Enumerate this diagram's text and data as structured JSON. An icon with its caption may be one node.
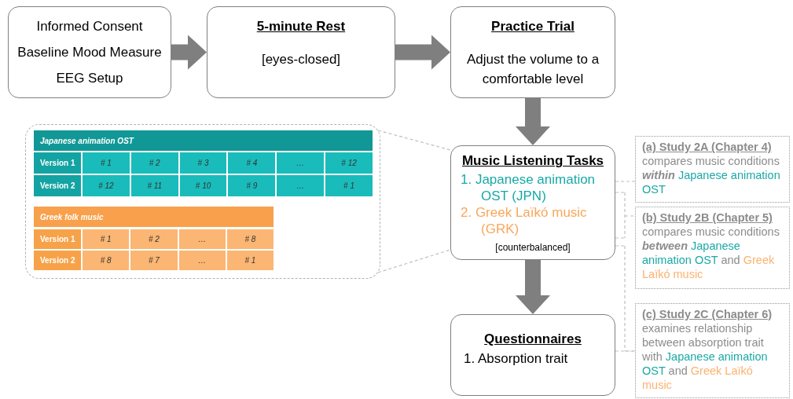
{
  "diagram": {
    "nodes": [
      {
        "text": [
          "Informed Consent",
          "Baseline Mood Measure",
          "EEG Setup"
        ]
      },
      {
        "text": [
          "5-minute Rest",
          "[eyes-closed]"
        ]
      },
      {
        "text": [
          "Practice Trial",
          "Adjust the volume to a comfortable level"
        ]
      },
      {
        "text": [],
        "shape": "box"
      },
      {
        "text": [
          "Japanese animation OST"
        ],
        "in": 3
      },
      {
        "text": [
          "Greek folk music"
        ],
        "in": 3
      },
      {
        "text": [
          "Music Listening Tasks",
          "1. Japanese animation OST (JPN)",
          "2. Greek Laïkó music (GRK)",
          "[counterbalanced]"
        ]
      },
      {
        "text": [
          "(a) Study 2A (Chapter 4)",
          "compares music conditions *within*",
          "Japanese animation OST"
        ]
      },
      {
        "text": [
          "(b) Study 2B (Chapter 5)",
          "compares music conditions *between*",
          "Japanese animation OST",
          "and",
          "Greek Laïkó music"
        ]
      },
      {
        "text": [
          "Questionnaires",
          "1. Absorption trait"
        ]
      },
      {
        "text": [
          "(c) Study 2C (Chapter 6)",
          "examines relationship between absorption trait with",
          "Japanese animation OST",
          "and",
          "Greek Laïkó music"
        ]
      }
    ],
    "edges": [
      {
        "from": 0,
        "to": 1,
        "arrow": "to",
        "style": "thick",
        "color": "#7f7f7f"
      },
      {
        "from": 1,
        "to": 2,
        "arrow": "to",
        "style": "thick",
        "color": "#7f7f7f"
      },
      {
        "from": 2,
        "to": 6,
        "arrow": "to",
        "style": "thick",
        "color": "#7f7f7f"
      },
      {
        "from": 6,
        "to": 9,
        "arrow": "to",
        "style": "thick",
        "color": "#7f7f7f"
      },
      {
        "from": 3,
        "to": 6,
        "arrow": "none",
        "style": "dashed"
      },
      {
        "from": 3,
        "to": 6,
        "arrow": "none",
        "style": "dashed"
      },
      {
        "from": 6,
        "to": 7,
        "arrow": "none",
        "style": "dashed"
      },
      {
        "from": 6,
        "to": 8,
        "arrow": "none",
        "style": "dashed"
      },
      {
        "from": 6,
        "to": 10,
        "arrow": "none",
        "style": "dashed"
      },
      {
        "from": 9,
        "to": 10,
        "arrow": "none",
        "style": "dashed"
      }
    ],
    "labels": [
      "Version 1",
      "# 1",
      "# 2",
      "# 3",
      "# 4",
      "…",
      "# 12",
      "Version 2",
      "# 12",
      "# 11",
      "# 10",
      "# 9",
      "…",
      "# 1",
      "Version 1",
      "# 1",
      "# 2",
      "…",
      "# 8",
      "Version 2",
      "# 8",
      "# 7",
      "…",
      "# 1"
    ]
  }
}
